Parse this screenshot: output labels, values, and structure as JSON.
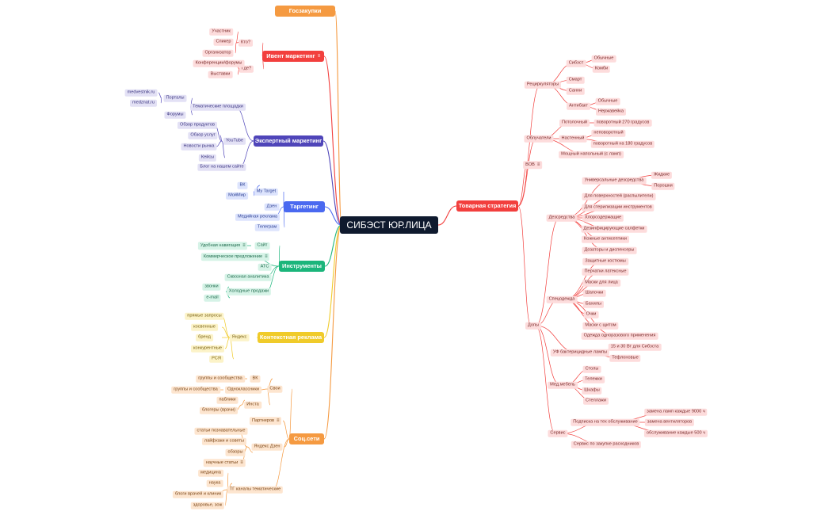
{
  "title": "СИБЭСТ ЮР.ЛИЦА",
  "colors": {
    "goszakupki": "#F59A41",
    "event": "#F23F3D",
    "expert": "#4F45B9",
    "target": "#4A69F0",
    "tools": "#1BB57B",
    "context": "#F0CB2A",
    "social": "#F59A41",
    "product": "#F23F3D"
  },
  "branches": {
    "goszakupki": {
      "label": "Госзакупки"
    },
    "event": {
      "label": "Ивент маркетинг",
      "who": "Кто?",
      "participant": "Участник",
      "speaker": "Спикер",
      "organizer": "Организатор",
      "where": "Где?",
      "conferences": "Конференции/форумы",
      "exhibitions": "Выставки"
    },
    "expert": {
      "label": "Экспертный маркетинг",
      "platforms": "Тематические площадки",
      "portals": "Порталы",
      "medvestnik": "medvestnik.ru",
      "medznat": "medznat.ru",
      "forums": "Форумы",
      "youtube": "YouTube",
      "product_review": "Обзор продуктов",
      "service_review": "Обзор услуг",
      "market_news": "Новости рынка",
      "cases": "Кейсы",
      "blog": "Блог на нашем сайте"
    },
    "target": {
      "label": "Таргетинг",
      "mytarget": "My Target",
      "vk": "ВК",
      "moimir": "МойМир",
      "dzen": "Дзен",
      "media": "Медийная реклама",
      "telegram": "Телеграм"
    },
    "tools": {
      "label": "Инструменты",
      "site": "Сайт",
      "nav": "Удобная навигация",
      "offer": "Коммерческое предложение",
      "ats": "АТС",
      "analytics": "Сквозная аналитика",
      "cold": "Холодные продажи",
      "calls": "звонки",
      "email": "e-mail"
    },
    "context": {
      "label": "Контекстная реклама",
      "yandex": "Яндекс",
      "direct": "прямые запросы",
      "indirect": "косвенные",
      "brand": "бренд",
      "competitors": "конкурентные",
      "rsya": "РСЯ"
    },
    "social": {
      "label": "Соц.сети",
      "own": "Свои",
      "vk": "ВК",
      "vk_groups": "группы и сообщества",
      "ok": "Одноклассники",
      "ok_groups": "группы и сообщества",
      "insta": "Инста",
      "publics": "паблики",
      "bloggers": "блогеры (врачи)",
      "partners": "Партнеров",
      "dzen": "Яндекс Дзен",
      "articles": "статьи познавательные",
      "lifehacks": "лайфхаки и советы",
      "reviews": "обзоры",
      "science_articles": "научные статьи",
      "tg": "ТГ каналы тематические",
      "medicine": "медицина",
      "science": "наука",
      "doctor_blogs": "блоги врачей и клиник",
      "health": "здоровье, зож"
    }
  },
  "product": {
    "label": "Товарная стратегия",
    "recirculators": "Рециркуляторы",
    "sibest": "Сибэст",
    "ordinary": "Обычные",
    "combi": "Комби",
    "smart": "Смарт",
    "sanny": "Санни",
    "antibact": "Антибакт",
    "antibact_ordinary": "Обычные",
    "stainless": "Нержавейка",
    "irradiators": "Облучатели",
    "ceiling": "Потолочный",
    "rotary270": "поворотный 270 градусов",
    "wall": "Настенный",
    "nonrotary": "неповоротный",
    "rotary180": "поворотный на 180 градусов",
    "mobile": "Мощный напольный (с ламп)",
    "vov": "ВОВ",
    "extras": "Допы",
    "disinfection": "Дезсредства",
    "universal": "Универсальные дезсредства",
    "liquid": "Жидкие",
    "powders": "Порошки",
    "surfaces": "Для поверхностей (распылители)",
    "sterilization": "Для стерилизации инструментов",
    "chlorine": "Хлорсодержащие",
    "wipes": "Дезинфицирующие салфетки",
    "skin": "Кожные антисептики",
    "dispensers": "Дозаторы и диспенсеры",
    "workwear": "Спецодежда",
    "suits": "Защитные костюмы",
    "gloves": "Перчатки латексные",
    "masks": "Маски для лица",
    "caps": "Шапочки",
    "shoe_covers": "Бахилы",
    "glasses": "Очки",
    "face_shields": "Маски с щитом",
    "disposable": "Одежда одноразового применения",
    "uv_lamps": "УФ бактерицидные лампы",
    "lamps_15_30": "15 и 30 Вт для Сибэста",
    "teflon": "Тефлоновые",
    "furniture": "Мед.мебель",
    "tables": "Столы",
    "carts": "Тележки",
    "cabinets": "Шкафы",
    "racks": "Стеллажи",
    "service": "Сервис",
    "subscription": "Подписка на тех обслуживание",
    "lamp_replace": "замена ламп каждые 9000 ч",
    "fan_replace": "замена вентиляторов",
    "maintenance": "обслуживание каждые 500 ч",
    "consumables": "Сервис по закупке расходников"
  }
}
